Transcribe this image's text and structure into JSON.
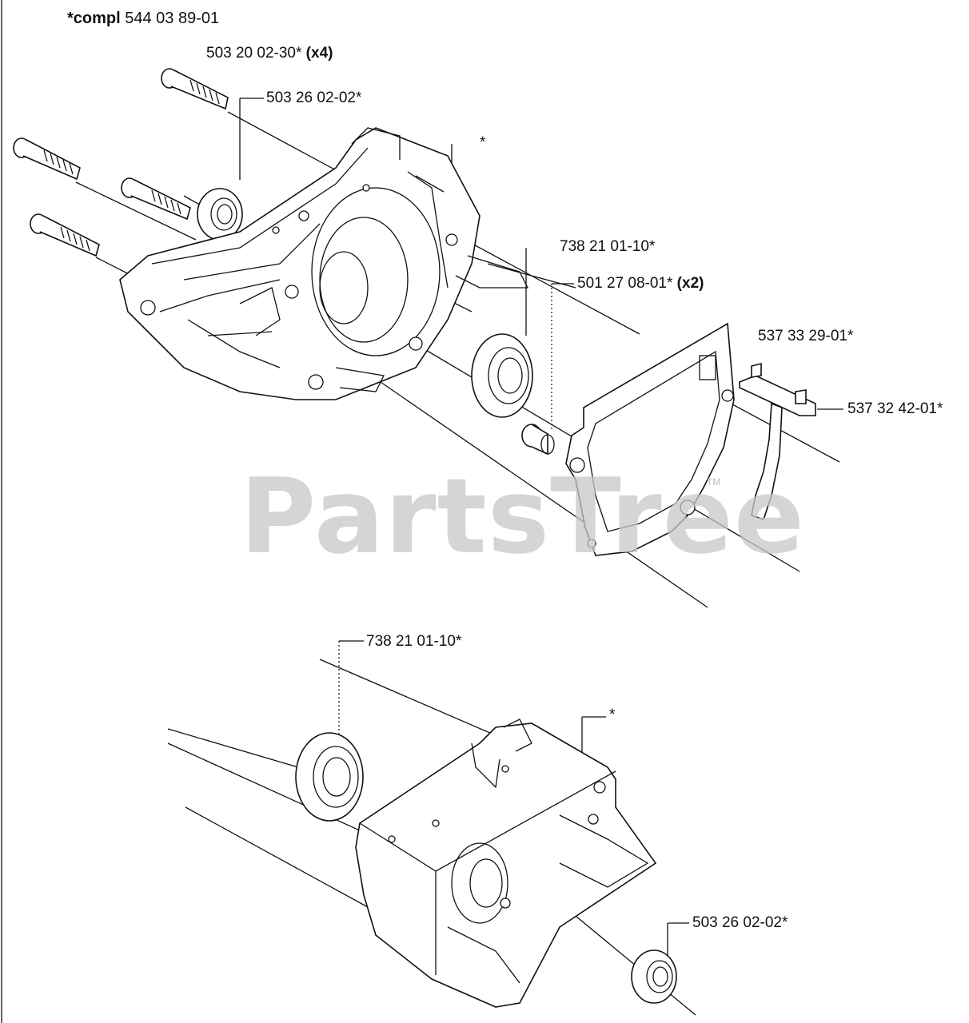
{
  "header": {
    "prefix": "*compl",
    "number": "544 03 89-01"
  },
  "labels": {
    "bolt": {
      "number": "503 20 02-30*",
      "qty": "(x4)"
    },
    "seal_top": {
      "number": "503 26 02-02*"
    },
    "star_top": {
      "number": "*"
    },
    "bearing_top": {
      "number": "738 21 01-10*"
    },
    "sleeve": {
      "number": "501 27 08-01*",
      "qty": "(x2)"
    },
    "plate": {
      "number": "537 33 29-01*"
    },
    "spring": {
      "number": "537 32 42-01*"
    },
    "bearing_bottom": {
      "number": "738 21 01-10*"
    },
    "star_bottom": {
      "number": "*"
    },
    "seal_bottom": {
      "number": "503 26 02-02*"
    }
  },
  "watermark": {
    "text": "PartsTree",
    "tm": "TM"
  }
}
